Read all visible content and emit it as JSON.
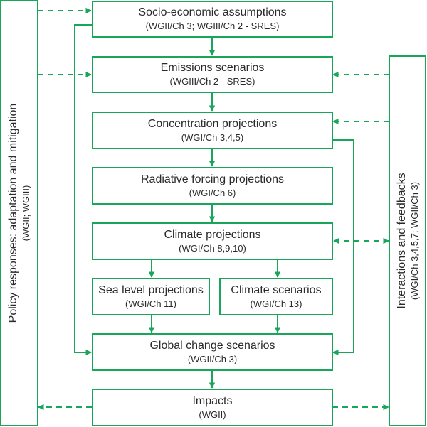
{
  "diagram": {
    "colors": {
      "line": "#1aa65a",
      "text": "#2a2a2a"
    },
    "boxes": {
      "socio": {
        "title": "Socio-economic assumptions",
        "sub": "(WGII/Ch 3; WGIII/Ch 2 - SRES)"
      },
      "emissions": {
        "title": "Emissions scenarios",
        "sub": "(WGIII/Ch 2 - SRES)"
      },
      "concentration": {
        "title": "Concentration projections",
        "sub": "(WGI/Ch 3,4,5)"
      },
      "radiative": {
        "title": "Radiative forcing projections",
        "sub": "(WGI/Ch 6)"
      },
      "climate_proj": {
        "title": "Climate projections",
        "sub": "(WGI/Ch 8,9,10)"
      },
      "sea_level": {
        "title": "Sea level projections",
        "sub": "(WGI/Ch 11)"
      },
      "climate_scen": {
        "title": "Climate scenarios",
        "sub": "(WGI/Ch 13)"
      },
      "global_change": {
        "title": "Global change scenarios",
        "sub": "(WGII/Ch 3)"
      },
      "impacts": {
        "title": "Impacts",
        "sub": "(WGII)"
      },
      "policy": {
        "title": "Policy responses: adaptation and mitigation",
        "sub": "(WGII; WGIII)"
      },
      "interactions": {
        "title": "Interactions and feedbacks",
        "sub": "(WGI/Ch 3,4,5,7; WGII/Ch 3)"
      }
    },
    "edges": [
      {
        "from": "socio",
        "to": "emissions",
        "style": "solid"
      },
      {
        "from": "emissions",
        "to": "concentration",
        "style": "solid"
      },
      {
        "from": "concentration",
        "to": "radiative",
        "style": "solid"
      },
      {
        "from": "radiative",
        "to": "climate_proj",
        "style": "solid"
      },
      {
        "from": "climate_proj",
        "to": "sea_level",
        "style": "solid"
      },
      {
        "from": "climate_proj",
        "to": "climate_scen",
        "style": "solid"
      },
      {
        "from": "sea_level",
        "to": "global_change",
        "style": "solid"
      },
      {
        "from": "climate_scen",
        "to": "global_change",
        "style": "solid"
      },
      {
        "from": "socio",
        "to": "global_change",
        "style": "solid"
      },
      {
        "from": "concentration",
        "to": "global_change",
        "style": "solid"
      },
      {
        "from": "global_change",
        "to": "impacts",
        "style": "solid"
      },
      {
        "from": "policy",
        "to": "socio",
        "style": "dashed"
      },
      {
        "from": "policy",
        "to": "emissions",
        "style": "dashed"
      },
      {
        "from": "interactions",
        "to": "emissions",
        "style": "dashed"
      },
      {
        "from": "interactions",
        "to": "concentration",
        "style": "dashed"
      },
      {
        "from": "interactions",
        "to": "climate_proj",
        "style": "dashed-bidirectional"
      },
      {
        "from": "impacts",
        "to": "policy",
        "style": "dashed"
      },
      {
        "from": "impacts",
        "to": "interactions",
        "style": "dashed"
      }
    ]
  }
}
